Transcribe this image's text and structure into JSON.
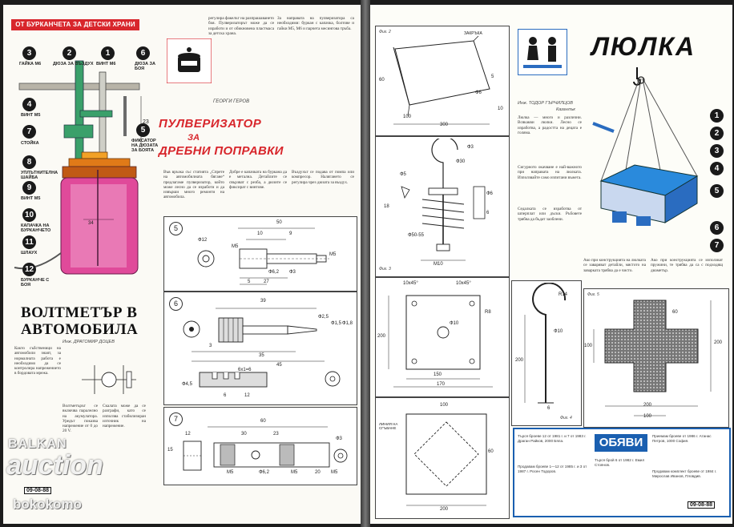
{
  "left_page": {
    "rubric": "ОТ БУРКАНЧЕТА ЗА ДЕТСКИ ХРАНИ",
    "callouts": [
      {
        "num": "3",
        "label": "ГАЙКА М6"
      },
      {
        "num": "2",
        "label": "ДЮЗА ЗА ВЪЗДУХ"
      },
      {
        "num": "1",
        "label": "ВИНТ М6"
      },
      {
        "num": "6",
        "label": "ДЮЗА ЗА БОЯ"
      },
      {
        "num": "4",
        "label": "ВИНТ М5"
      },
      {
        "num": "7",
        "label": "СТОЙКА"
      },
      {
        "num": "5",
        "label": "ФИКСАТОР НА ДЮЗАТА ЗА БОЯТА"
      },
      {
        "num": "8",
        "label": "УПЛЪТНИТЕЛНА ШАЙБА"
      },
      {
        "num": "9",
        "label": "ВИНТ М5"
      },
      {
        "num": "10",
        "label": "КАПАЧКА НА БУРКАНЧЕТО"
      },
      {
        "num": "11",
        "label": "ШЛАУХ"
      },
      {
        "num": "12",
        "label": "БУРКАНЧЕ С БОЯ"
      }
    ],
    "dim_23": "23",
    "article": {
      "title_line1": "ПУЛВЕРИЗАТОР",
      "title_line2": "ЗА",
      "title_line3": "ДРЕБНИ ПОПРАВКИ",
      "byline": "ГЕОРГИ ГЕРОВ",
      "intro": "регулира факелът на разпрашаването боя. Пулверизаторът може да се изработи и от обикновена пластмаса за детска храна.",
      "col2": "За направата на пулверизатора са необходими: буркан с капачка, болтове и гайки М5, М6 и парчета месингова тръба.",
      "body_a": "Във връзка със статията „Спрете на автомобилната бягане“ предлагаме пулверизатор, който може лесно да се изработи и да извърши много ремонти на автомобила.",
      "body_b": "Добре е капачката на буркана да е метална. Детайлите се свързват с резба, а дюзите се фиксират с винтове.",
      "body_c": "Въздухът се подава от помпа или компресор. Налягането се регулира чрез дюзата за въздух."
    },
    "fig5": {
      "num": "5",
      "dims": [
        "50",
        "10",
        "9",
        "M5",
        "M5",
        "Ф12",
        "27",
        "Ф6,2",
        "Ф3",
        "5"
      ]
    },
    "fig6": {
      "num": "6",
      "dims": [
        "39",
        "Ф2,5",
        "Ф1,5",
        "Ф1,8",
        "3",
        "35",
        "45",
        "6x1=6",
        "Ф4,5",
        "6",
        "12"
      ]
    },
    "fig7": {
      "num": "7",
      "dims": [
        "60",
        "30",
        "23",
        "12",
        "M5",
        "M5",
        "Ф6,2",
        "Ф3",
        "M5",
        "15",
        "20"
      ]
    },
    "voltmeter": {
      "title": "ВОЛТМЕТЪР В АВТОМОБИЛА",
      "byline": "Инж. ДРАГОМИР ДОЦЕВ",
      "text1": "Както събственици на автомобили знаят, за нормалната работа е необходимо да се контролира напрежението в бордовата мрежа.",
      "text2": "Волтметърът се включва паралелно на акумулатора. Уредът показва напрежение от 0 до 20 V.",
      "text3": "Скалата може да се разграфи, като се използва стабилизиран източник на напрежение.",
      "code": "09-08-88"
    },
    "watermark_1": "BALKAN",
    "watermark_2": "auction",
    "watermark_3": "bokokomo"
  },
  "right_page": {
    "figures": {
      "fig2": "Фиг. 2",
      "fig3": "Фиг. 3",
      "fig4": "Фиг. 4",
      "fig5": "Фиг. 5"
    },
    "fig2_dims": [
      "ЗАКРЪКА",
      "300",
      "5",
      "Ф6",
      "100",
      "60",
      "10"
    ],
    "fig3_dims": [
      "Ф3",
      "Ф5",
      "Ф50-55",
      "Ф6",
      "6",
      "M10",
      "Ф30",
      "18"
    ],
    "fig4_dims": [
      "10x45°",
      "10x45°",
      "R8",
      "Ф10",
      "150",
      "170",
      "200"
    ],
    "fig4b_dims": [
      "100",
      "200",
      "ЛИНИЯ НА СГЪВАНЕ",
      "60"
    ],
    "hook_dims": [
      "R14",
      "Ф10",
      "200",
      "6"
    ],
    "fig5_dims": [
      "200",
      "100",
      "200",
      "100",
      "60"
    ],
    "lyulka": {
      "title": "ЛЮЛКА",
      "byline": "Инж. ТОДОР ГЪРЧИЛЦОВ",
      "place": "Казанлък",
      "text1": "Люлка — много и различни. Всякакви люлки. Лесно се изработва, а радостта на децата е голяма.",
      "text2": "Сигурното окачване е най-важното при направата на люлката. Използвайте само изпитани въжета.",
      "text3": "Седалката се изработва от шперплат или дъски. Ръбовете трябва да бъдат заоблени.",
      "text4": "Ако при конструкцията на люлката се заваряват детайли, мястото на заварката трябва да е чисто.",
      "text5": "Ако при конструкцията се използват пружини, те трябва да са с подходящ диаметър.",
      "callout_nums": [
        "1",
        "2",
        "3",
        "4",
        "5",
        "6",
        "7"
      ]
    },
    "ads": {
      "title": "ОБЯВИ",
      "code": "09-08-88",
      "col1": "Търся броеве 12 от 1981 г. и 7 от 1983 г. Драган Райков, 2000 Бяла.",
      "col2": "Продавам броеве 1—12 от 1985 г. и 3 от 1987 г. Росен Тодоров.",
      "col3": "Приемам броеве от 1986 г. Атанас Петров, 1000 София.",
      "col4": "Търся брой 6 от 1982 г. Емил Стоянов.",
      "col5": "Продавам комплект броеве от 1984 г. Мирослав Иванов, Пловдив."
    }
  }
}
